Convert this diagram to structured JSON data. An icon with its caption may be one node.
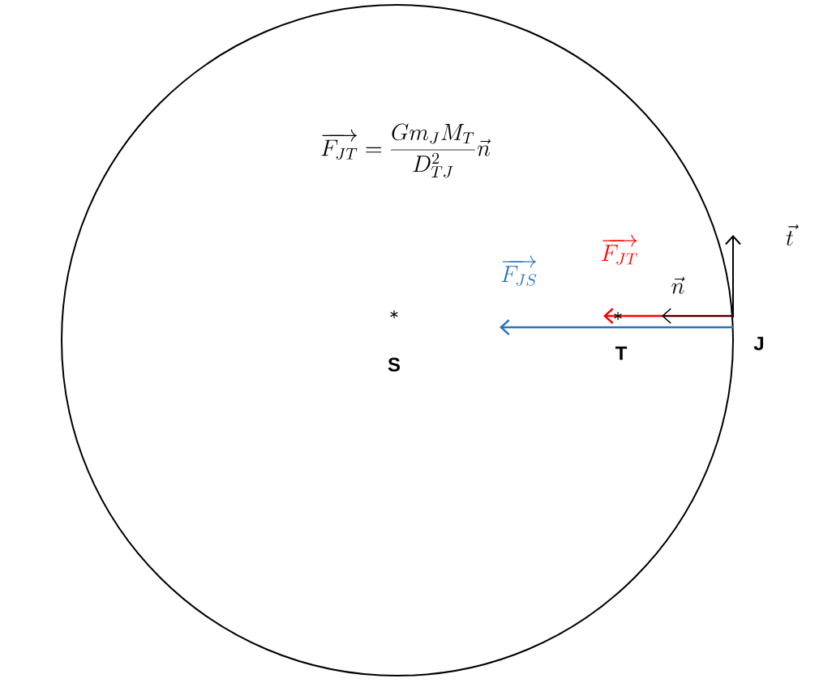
{
  "diagram": {
    "labels": [
      "\\overrightarrow{F_{JT}} = \\frac{G m_J M_T}{D_{TJ}^2}\\vec{n}",
      "\\vec{t}",
      "\\overrightarrow{F_{JT}}",
      "\\overrightarrow{F_{JS}}",
      "\\vec{n}",
      "S",
      "T",
      "J"
    ]
  }
}
